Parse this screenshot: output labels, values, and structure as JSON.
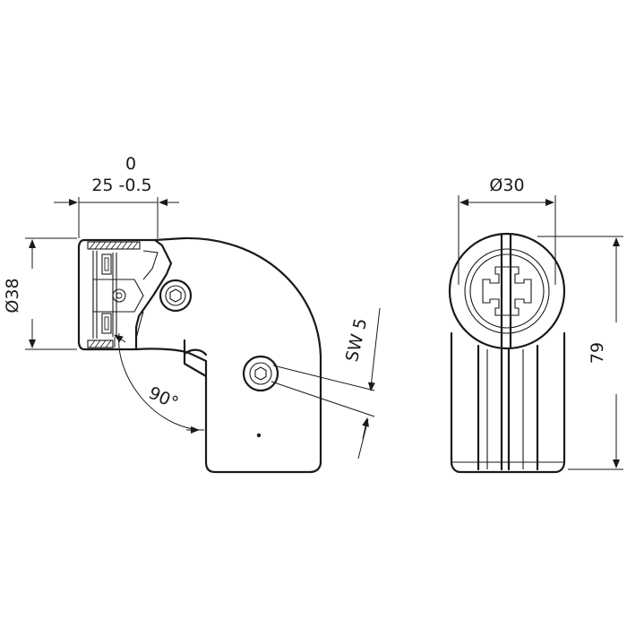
{
  "side_view": {
    "tolerance_upper": "0",
    "width_label": "25 -0.5",
    "diameter_label": "Ø38",
    "angle_label": "90°",
    "wrench_label": "SW 5"
  },
  "end_view": {
    "diameter_label": "Ø30",
    "height_label": "79"
  },
  "icons": {
    "hex_socket": "hex-socket-icon",
    "cross_clamp": "cross-clamp-icon"
  },
  "colors": {
    "line": "#1a1a1a",
    "background": "#ffffff"
  }
}
